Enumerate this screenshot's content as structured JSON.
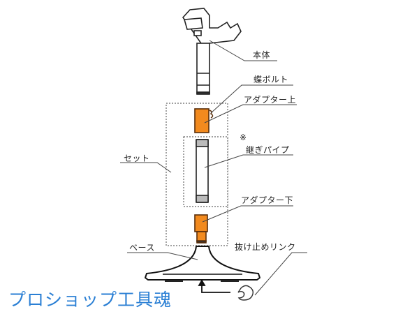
{
  "diagram": {
    "type": "exploded-parts-diagram",
    "parts": [
      {
        "id": "body",
        "label": "本体"
      },
      {
        "id": "wing-bolt",
        "label": "蝶ボルト"
      },
      {
        "id": "adapter-upper",
        "label": "アダプター上"
      },
      {
        "id": "joint-pipe",
        "label": "継ぎパイプ",
        "note_mark": "※"
      },
      {
        "id": "adapter-lower",
        "label": "アダプター下"
      },
      {
        "id": "set",
        "label": "セット"
      },
      {
        "id": "base",
        "label": "ベース"
      },
      {
        "id": "retaining-ring",
        "label": "抜け止めリンク"
      }
    ],
    "colors": {
      "adapter_fill": "#f28a1e",
      "adapter_stroke": "#5a2e0a",
      "line": "#333333",
      "watermark": "#2a7fd4"
    }
  },
  "watermark": {
    "text": "プロショップ工具魂"
  }
}
